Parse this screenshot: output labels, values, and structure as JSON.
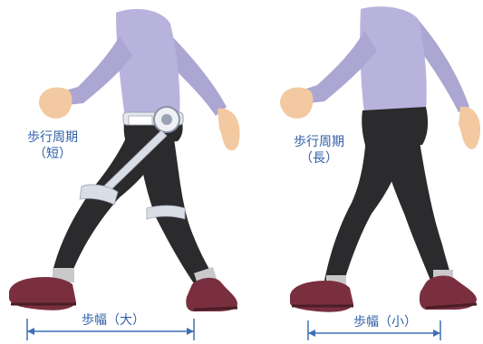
{
  "left_figure": {
    "cycle_label": "歩行周期",
    "cycle_value": "（短）",
    "stride_label": "歩幅（大）"
  },
  "right_figure": {
    "cycle_label": "歩行周期",
    "cycle_value": "（長）",
    "stride_label": "歩幅（小）"
  },
  "colors": {
    "shirt": "#b8b3dc",
    "pants": "#2b2a2d",
    "skin": "#f2c9a0",
    "shoe": "#7a2f3e",
    "measure_line": "#3f6fb5",
    "label_text": "#2f5fa8",
    "device": "#d9dde6"
  }
}
